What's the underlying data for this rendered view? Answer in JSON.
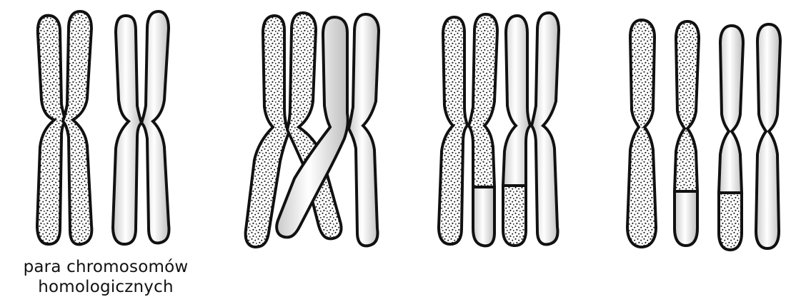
{
  "caption": {
    "line1": "para chromosomów",
    "line2": "homologicznych"
  },
  "colors": {
    "ink": "#111111",
    "paper": "#ffffff",
    "shade": "#bdbdbd"
  },
  "stages": [
    {
      "name": "homologous-pair",
      "description_visible": false
    },
    {
      "name": "crossing-over",
      "description_visible": false
    },
    {
      "name": "exchanged-segments",
      "description_visible": false
    },
    {
      "name": "recombinant-chromatids",
      "description_visible": false
    }
  ]
}
